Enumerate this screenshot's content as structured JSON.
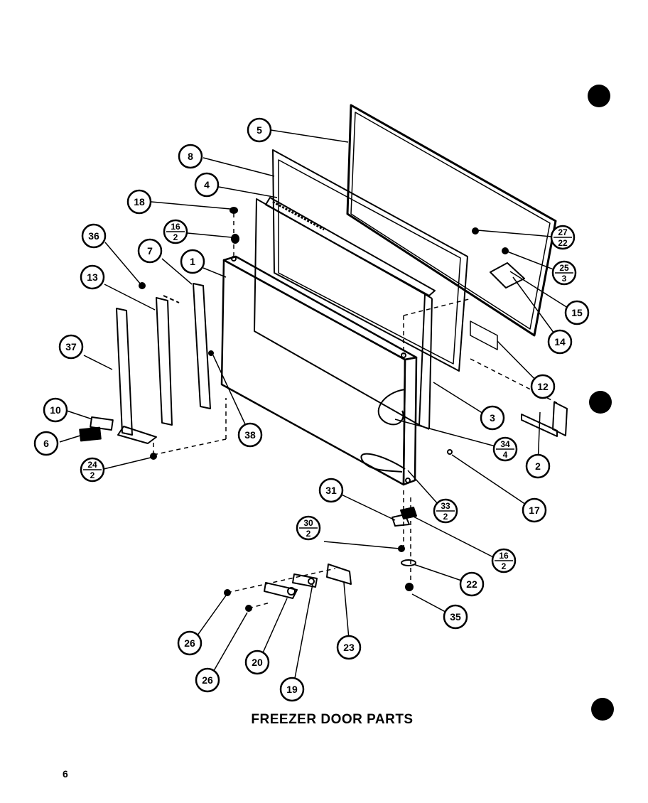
{
  "title": "FREEZER DOOR PARTS",
  "page_number": "6",
  "callouts": [
    {
      "id": "c5",
      "label": "5"
    },
    {
      "id": "c8",
      "label": "8"
    },
    {
      "id": "c4",
      "label": "4"
    },
    {
      "id": "c18",
      "label": "18"
    },
    {
      "id": "c16a",
      "label": "16",
      "sub": "2"
    },
    {
      "id": "c36",
      "label": "36"
    },
    {
      "id": "c7",
      "label": "7"
    },
    {
      "id": "c1",
      "label": "1"
    },
    {
      "id": "c13",
      "label": "13"
    },
    {
      "id": "c37",
      "label": "37"
    },
    {
      "id": "c10",
      "label": "10"
    },
    {
      "id": "c6",
      "label": "6"
    },
    {
      "id": "c24",
      "label": "24",
      "sub": "2"
    },
    {
      "id": "c38",
      "label": "38"
    },
    {
      "id": "c27",
      "label": "27",
      "sub": "22"
    },
    {
      "id": "c25",
      "label": "25",
      "sub": "3"
    },
    {
      "id": "c15",
      "label": "15"
    },
    {
      "id": "c14",
      "label": "14"
    },
    {
      "id": "c12",
      "label": "12"
    },
    {
      "id": "c3",
      "label": "3"
    },
    {
      "id": "c2",
      "label": "2"
    },
    {
      "id": "c34",
      "label": "34",
      "sub": "4"
    },
    {
      "id": "c17",
      "label": "17"
    },
    {
      "id": "c31",
      "label": "31"
    },
    {
      "id": "c33",
      "label": "33",
      "sub": "2"
    },
    {
      "id": "c30",
      "label": "30",
      "sub": "2"
    },
    {
      "id": "c16b",
      "label": "16",
      "sub": "2"
    },
    {
      "id": "c22",
      "label": "22"
    },
    {
      "id": "c35",
      "label": "35"
    },
    {
      "id": "c26a",
      "label": "26"
    },
    {
      "id": "c26b",
      "label": "26"
    },
    {
      "id": "c20",
      "label": "20"
    },
    {
      "id": "c19",
      "label": "19"
    },
    {
      "id": "c23",
      "label": "23"
    }
  ]
}
